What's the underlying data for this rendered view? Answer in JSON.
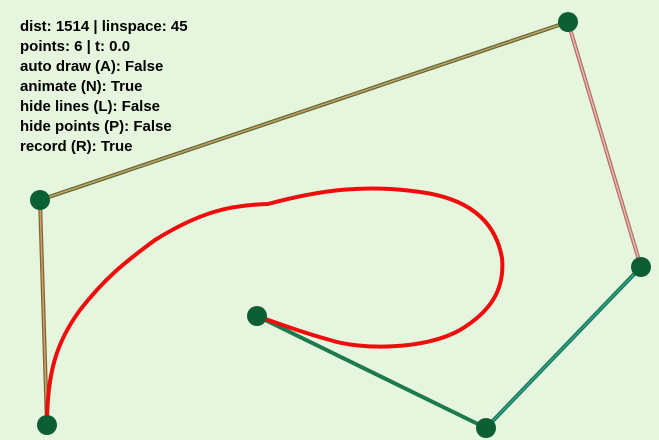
{
  "hud": {
    "lines": [
      "dist: 1514 | linspace: 45",
      "points: 6 | t: 0.0",
      "auto draw (A): False",
      "animate (N): True",
      "hide lines (L): False",
      "hide points (P): False",
      "record (R): True"
    ]
  },
  "colors": {
    "background": "#e6f6de",
    "control_point": "#0c5e33",
    "curve": "#ee0d0d",
    "hud_text": "#000000"
  },
  "control_points_count": 6
}
